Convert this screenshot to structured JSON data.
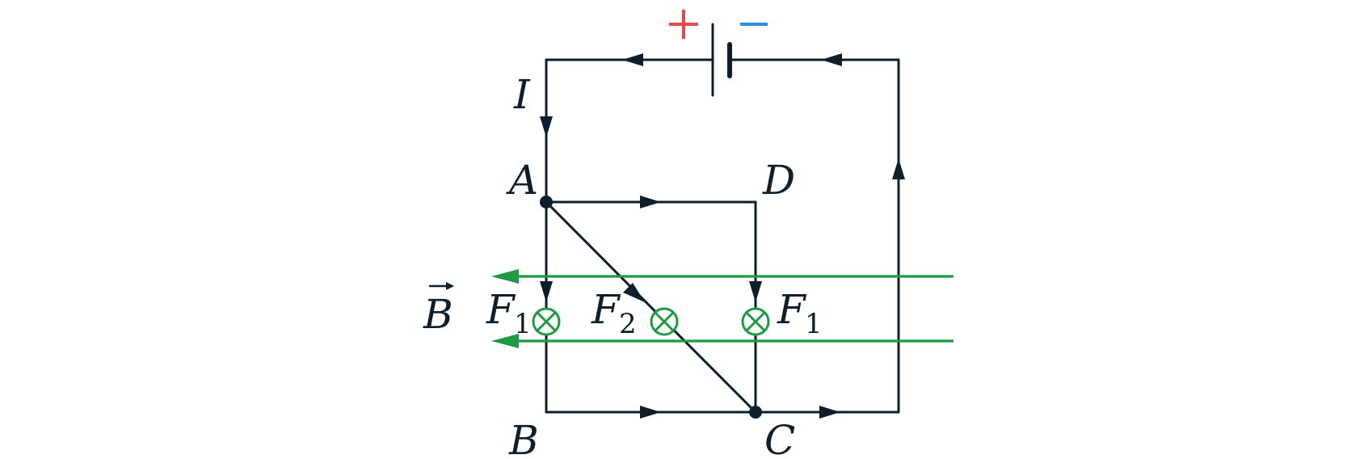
{
  "labels": {
    "current": "I",
    "A": "A",
    "B": "B",
    "C": "C",
    "D": "D",
    "field": "B",
    "force_left": "F",
    "force_left_sub": "1",
    "force_mid": "F",
    "force_mid_sub": "2",
    "force_right": "F",
    "force_right_sub": "1"
  },
  "battery": {
    "positive_sign": "+",
    "negative_sign": "−",
    "positive_color": "#e5484d",
    "negative_color": "#2b8ce6"
  },
  "colors": {
    "wire": "#0f1e2b",
    "field": "#1e9a44"
  },
  "icons": {
    "into_page": "cross-in-circle-icon",
    "direction": "triangle-arrow-icon"
  }
}
